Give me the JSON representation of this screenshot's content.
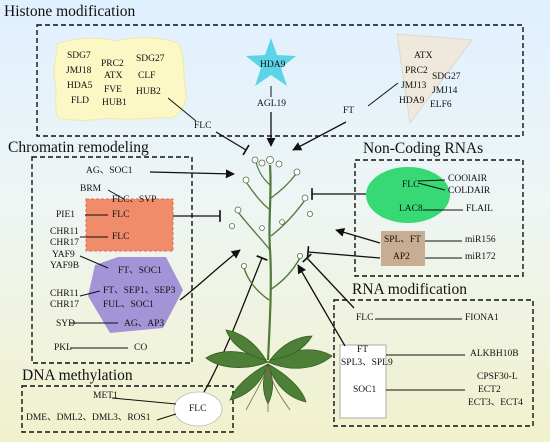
{
  "sections": {
    "histone": {
      "title": "Histone modification",
      "cloud_lines": [
        "SDG7",
        "JMJ18",
        "HDA5",
        "FLD",
        "PRC2",
        "ATX",
        "FVE",
        "HUB1",
        "SDG27",
        "CLF",
        "HUB2"
      ],
      "star_label": "HDA9",
      "agl19": "AGL19",
      "triangle_lines": [
        "ATX",
        "PRC2",
        "JMJ13",
        "HDA9",
        "SDG27",
        "JMJ14",
        "ELF6"
      ],
      "flc": "FLC",
      "ft": "FT"
    },
    "chromatin": {
      "title": "Chromatin remodeling",
      "ag_soc1": "AG、SOC1",
      "brm": "BRM",
      "flc_svp": "FLC、SVP",
      "pie1": "PIE1",
      "flc_a": "FLC",
      "chr11_a": "CHR11",
      "chr17_a": "CHR17",
      "flc_b": "FLC",
      "yaf9": "YAF9",
      "yaf9b": "YAF9B",
      "ft_soc1": "FT、SOC1",
      "chr11_b": "CHR11",
      "chr17_b": "CHR17",
      "ft_sep": "FT、SEP1、SEP3",
      "ful_soc1": "FUL、SOC1",
      "syd": "SYD",
      "ag_ap3": "AG、AP3",
      "pkl": "PKL",
      "co": "CO"
    },
    "ncrna": {
      "title": "Non-Coding RNAs",
      "flc": "FLC",
      "cooiair": "COOlAIR",
      "coldair": "COLDAIR",
      "lac8": "LAC8",
      "flail": "FLAIL",
      "spl_ft": "SPL、FT",
      "mir156": "miR156",
      "ap2": "AP2",
      "mir172": "miR172"
    },
    "rna": {
      "title": "RNA modification",
      "flc": "FLC",
      "fiona1": "FIONA1",
      "ft": "FT",
      "spl": "SPL3、SPL9",
      "alkbh10b": "ALKBH10B",
      "soc1": "SOC1",
      "cpsf30": "CPSF30-L",
      "ect2": "ECT2",
      "ect34": "ECT3、ECT4"
    },
    "dna": {
      "title": "DNA methylation",
      "met1": "MET1",
      "dme": "DME、DML2、DML3、ROS1",
      "flc": "FLC"
    }
  },
  "colors": {
    "cloud": "#fbf8c6",
    "star": "#5cd3e6",
    "triangle": "#efe9dd",
    "orange_box": "#f08c6a",
    "purple_hex": "#a394d8",
    "green_ellipse": "#36d974",
    "tan_box": "#c8ad92"
  }
}
